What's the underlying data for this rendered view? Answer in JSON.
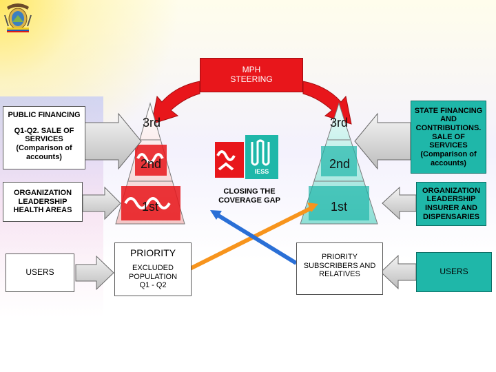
{
  "steering": {
    "label": "MPH STEERING"
  },
  "left": {
    "financing_title": "PUBLIC FINANCING",
    "financing_detail": "Q1-Q2. SALE OF SERVICES (Comparison of accounts)",
    "organization": "ORGANIZATION LEADERSHIP HEALTH AREAS",
    "users": "USERS"
  },
  "right": {
    "financing": "STATE FINANCING AND CONTRIBUTIONS. SALE OF SERVICES (Comparison of accounts)",
    "organization": "ORGANIZATION LEADERSHIP INSURER AND DISPENSARIES",
    "users": "USERS"
  },
  "pyramid_left": {
    "levels": [
      "3rd",
      "2nd",
      "1st"
    ],
    "priority_title": "PRIORITY",
    "priority_detail": "EXCLUDED POPULATION Q1 - Q2"
  },
  "pyramid_right": {
    "levels": [
      "3rd",
      "2nd",
      "1st"
    ],
    "priority": "PRIORITY SUBSCRIBERS AND RELATIVES"
  },
  "center": {
    "label": "CLOSING THE COVERAGE GAP",
    "logo_text": "IESS"
  },
  "colors": {
    "red": "#e8161b",
    "teal": "#1fb7a9",
    "orange": "#f7941d",
    "blue": "#2a6fd6",
    "arrow_gray": "#9a9a9a"
  }
}
